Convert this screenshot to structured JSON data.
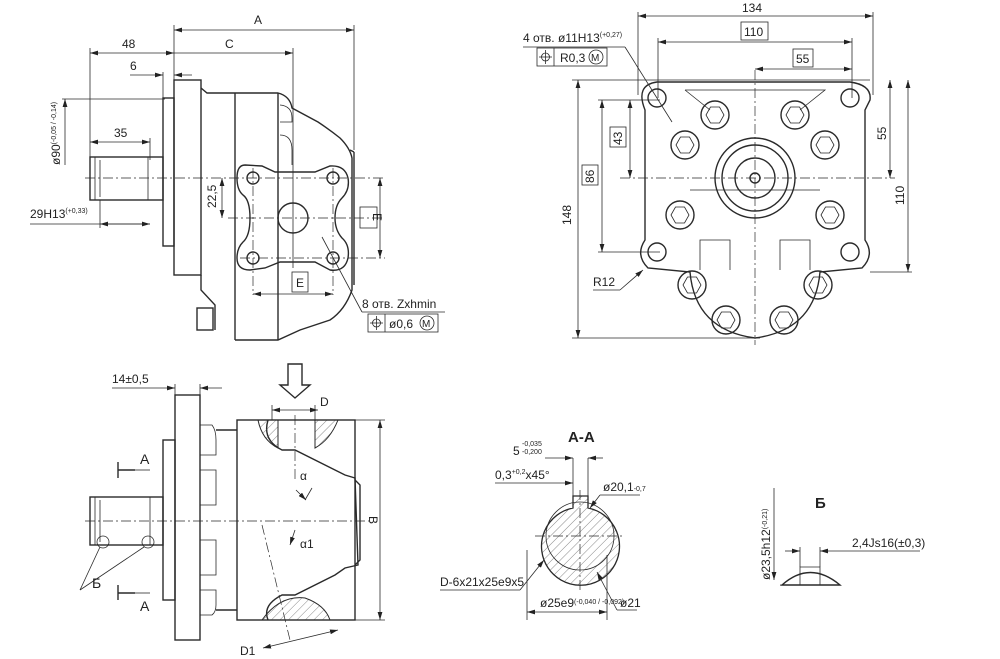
{
  "top_left_view": {
    "dim_A": "A",
    "dim_C": "C",
    "dim_48": "48",
    "dim_6": "6",
    "dim_35": "35",
    "dim_d90": "ø90",
    "dim_d90_tol": "(-0,05 / -0,14)",
    "dim_29": "29H13",
    "dim_29_tol": "(+0,33)",
    "dim_22_5": "22,5",
    "box_E_right": "E",
    "box_E_bottom": "E",
    "holes_note": "8 отв. Zxhmin",
    "holes_tolerance": "ø0,6",
    "holes_modifier": "M"
  },
  "top_right_view": {
    "dim_134": "134",
    "dim_110_top": "110",
    "dim_55_top": "55",
    "holes_note": "4 отв. ø11H13",
    "holes_note_tol": "(+0,27)",
    "holes_tolerance": "R0,3",
    "holes_modifier": "M",
    "dim_148": "148",
    "dim_86": "86",
    "dim_43": "43",
    "dim_55_right": "55",
    "dim_110_right": "110",
    "radius": "R12"
  },
  "bottom_left_view": {
    "dim_14": "14±0,5",
    "dim_D": "D",
    "dim_D1": "D1",
    "dim_B": "B",
    "section_A_top": "A",
    "section_A_bottom": "A",
    "detail_B": "Б",
    "angle_a": "α",
    "angle_a1": "α1"
  },
  "section_AA": {
    "title": "A-A",
    "key_width": "5",
    "key_width_tol_upper": "-0,035",
    "key_width_tol_lower": "-0,200",
    "chamfer": "0,3",
    "chamfer_tol": "+0,2",
    "chamfer_angle": "x45°",
    "d20": "ø20,1",
    "d20_tol": "-0,7",
    "spline": "D-6x21x25e9x5",
    "d25": "ø25e9",
    "d25_tol": "(-0,040 / -0,092)",
    "d21": "ø21"
  },
  "detail_B": {
    "title": "Б",
    "diameter": "ø23,5h12",
    "diameter_tol": "(-0,21)",
    "width": "2,4Js16(±0,3)"
  }
}
